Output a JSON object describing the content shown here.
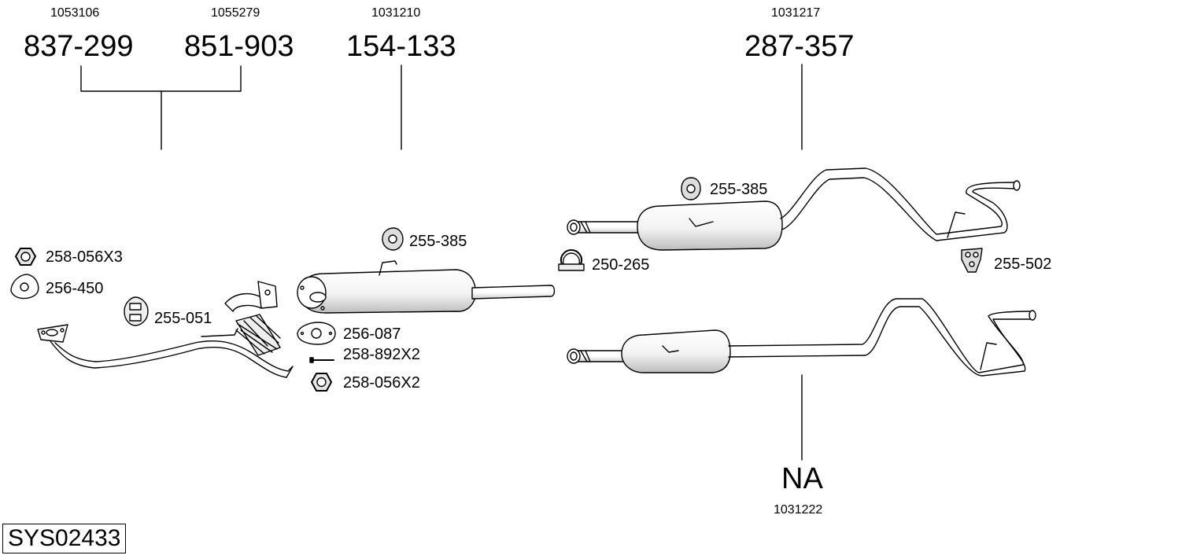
{
  "assemblies": [
    {
      "ref": "1053106",
      "part": "837-299"
    },
    {
      "ref": "1055279",
      "part": "851-903"
    },
    {
      "ref": "1031210",
      "part": "154-133"
    },
    {
      "ref": "1031217",
      "part": "287-357"
    },
    {
      "ref": "1031222",
      "part": "NA"
    }
  ],
  "accessories": [
    {
      "part": "258-056X3",
      "icon": "hex-nut-icon"
    },
    {
      "part": "256-450",
      "icon": "triangular-gasket-icon"
    },
    {
      "part": "255-051",
      "icon": "rubber-hanger-icon"
    },
    {
      "part": "255-385",
      "icon": "rubber-ring-hanger-icon"
    },
    {
      "part": "256-087",
      "icon": "oval-gasket-icon"
    },
    {
      "part": "258-892X2",
      "icon": "bolt-icon"
    },
    {
      "part": "258-056X2",
      "icon": "hex-nut-icon"
    },
    {
      "part": "250-265",
      "icon": "pipe-clamp-icon"
    },
    {
      "part": "255-385",
      "icon": "rubber-ring-hanger-icon"
    },
    {
      "part": "255-502",
      "icon": "bracket-hanger-icon"
    }
  ],
  "system_code": "SYS02433",
  "colors": {
    "line": "#000000",
    "background": "#ffffff",
    "shade": "#d9d9d9"
  }
}
